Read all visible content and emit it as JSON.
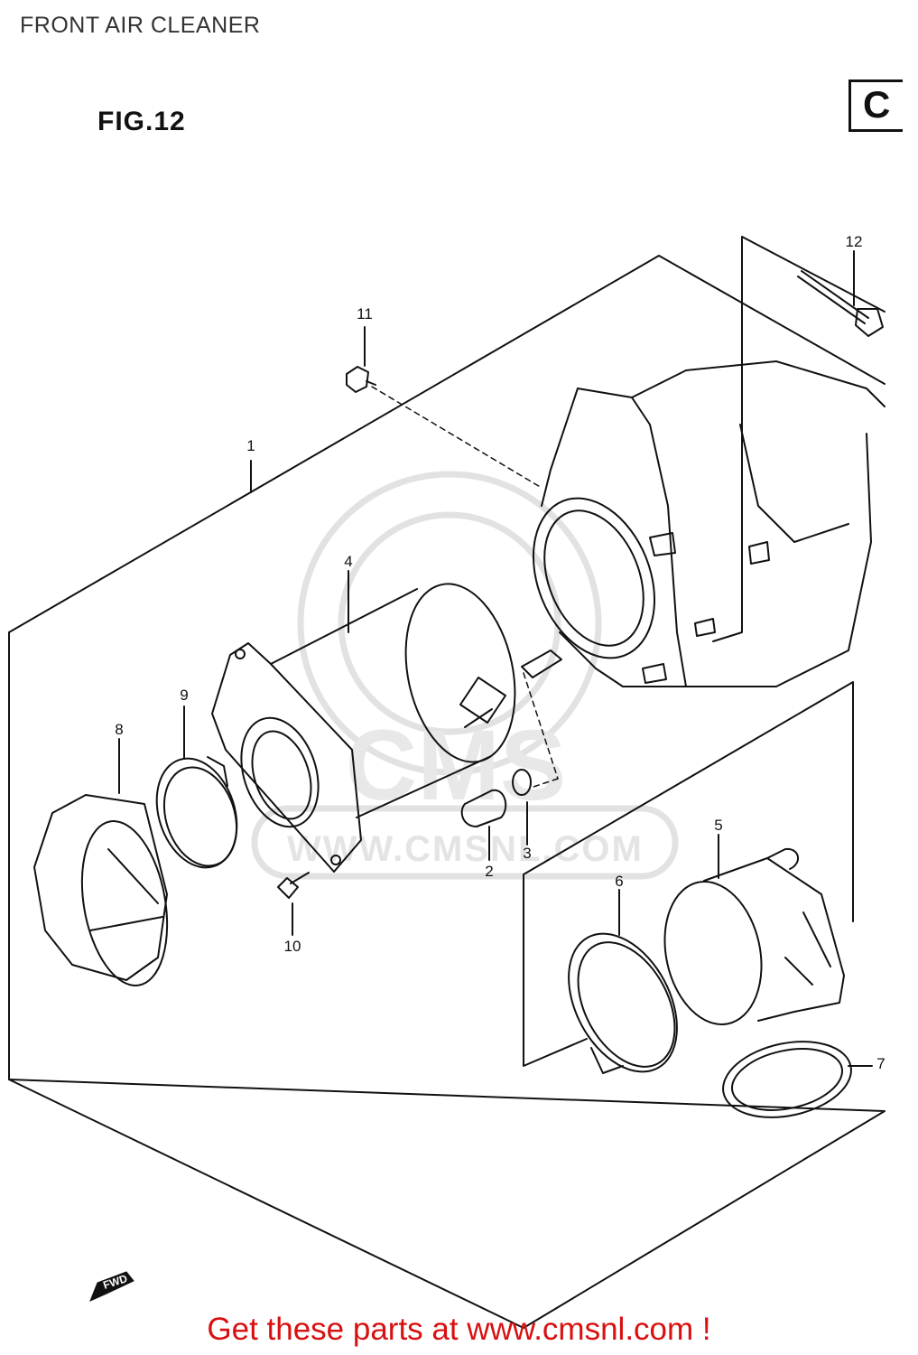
{
  "header": {
    "title": "FRONT AIR CLEANER"
  },
  "figure": {
    "label": "FIG.12",
    "section_letter": "C"
  },
  "watermark": {
    "url": "WWW.CMSNL.COM",
    "logo": "CMS"
  },
  "fwd_marker": {
    "label": "FWD"
  },
  "parts": [
    {
      "id": "part-1",
      "number": "1"
    },
    {
      "id": "part-2",
      "number": "2"
    },
    {
      "id": "part-3",
      "number": "3"
    },
    {
      "id": "part-4",
      "number": "4"
    },
    {
      "id": "part-5",
      "number": "5"
    },
    {
      "id": "part-6",
      "number": "6"
    },
    {
      "id": "part-7",
      "number": "7"
    },
    {
      "id": "part-8",
      "number": "8"
    },
    {
      "id": "part-9",
      "number": "9"
    },
    {
      "id": "part-10",
      "number": "10"
    },
    {
      "id": "part-11",
      "number": "11"
    },
    {
      "id": "part-12",
      "number": "12"
    }
  ],
  "footer": {
    "text": "Get these parts at www.cmsnl.com !",
    "color": "#d81010"
  }
}
